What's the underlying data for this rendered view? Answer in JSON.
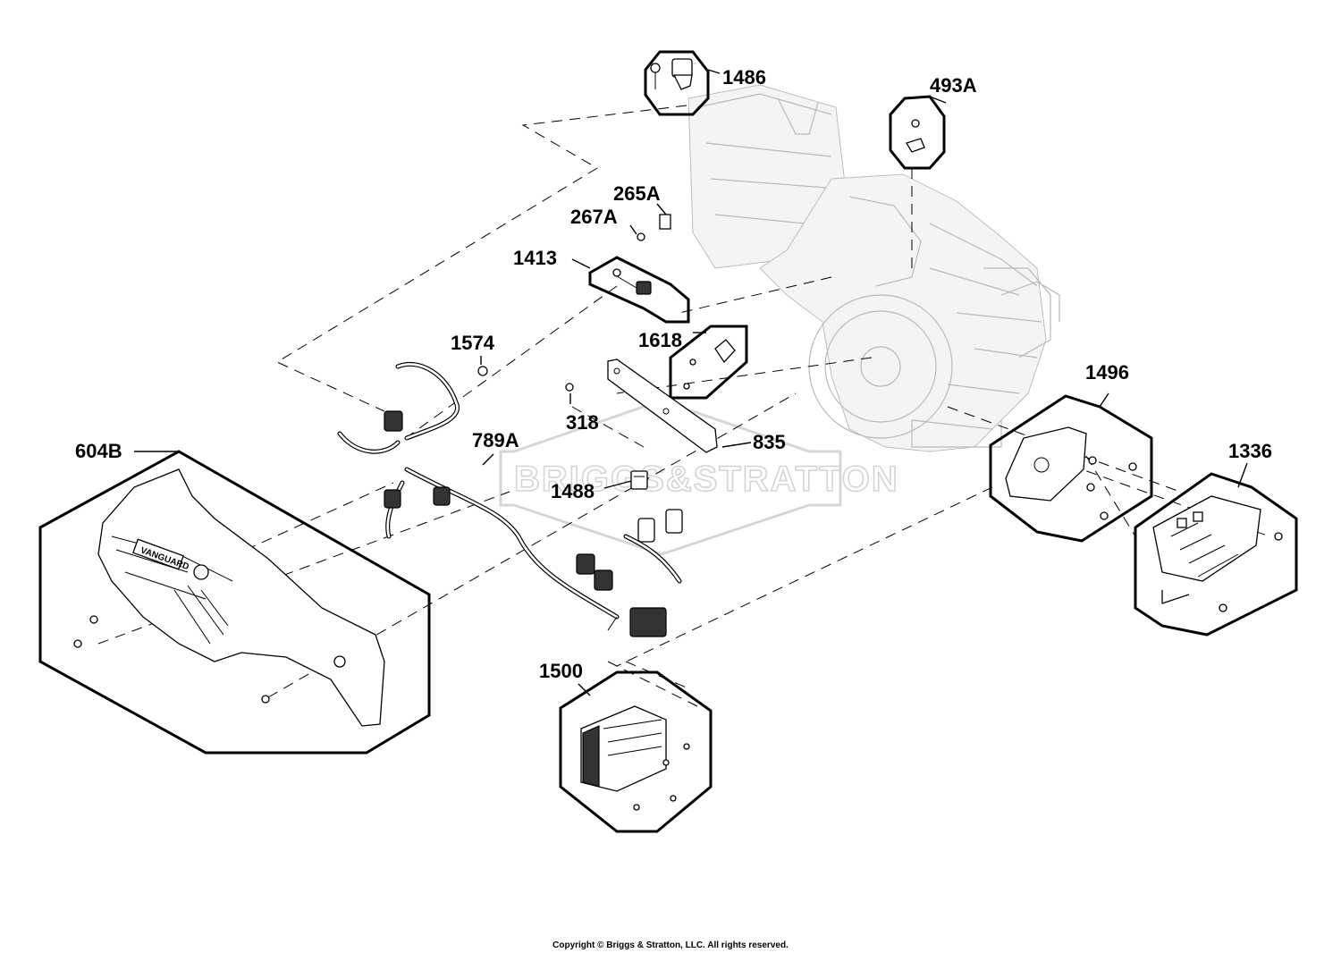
{
  "diagram": {
    "callouts": [
      {
        "id": "1486",
        "label": "1486"
      },
      {
        "id": "493A",
        "label": "493A"
      },
      {
        "id": "265A",
        "label": "265A"
      },
      {
        "id": "267A",
        "label": "267A"
      },
      {
        "id": "1413",
        "label": "1413"
      },
      {
        "id": "1574",
        "label": "1574"
      },
      {
        "id": "1618",
        "label": "1618"
      },
      {
        "id": "318",
        "label": "318"
      },
      {
        "id": "789A",
        "label": "789A"
      },
      {
        "id": "835",
        "label": "835"
      },
      {
        "id": "1488",
        "label": "1488"
      },
      {
        "id": "604B",
        "label": "604B"
      },
      {
        "id": "1496",
        "label": "1496"
      },
      {
        "id": "1336",
        "label": "1336"
      },
      {
        "id": "1500",
        "label": "1500"
      }
    ],
    "watermark": "BRIGGS&STRATTON",
    "brand_on_cover": "VANGUARD",
    "copyright": "Copyright © Briggs & Stratton, LLC. All rights reserved."
  }
}
